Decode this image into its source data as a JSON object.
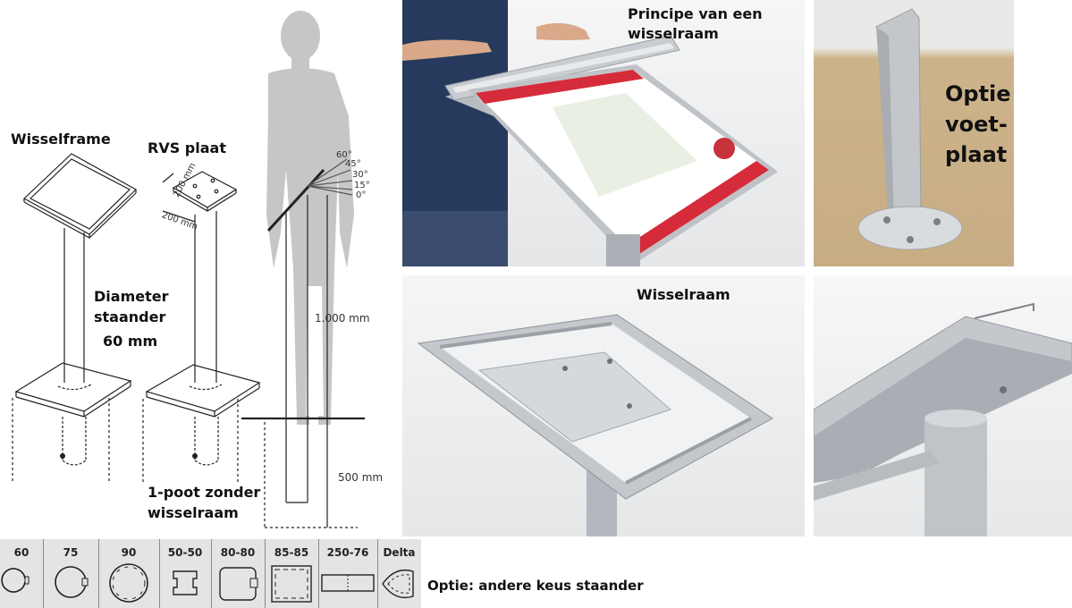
{
  "drawing": {
    "label_wisselframe": "Wisselframe",
    "label_rvs_plaat": "RVS plaat",
    "label_diameter_line1": "Diameter",
    "label_diameter_line2": "staander",
    "label_diameter_value": "60 mm",
    "label_1poot_line1": "1-poot zonder",
    "label_1poot_line2": "wisselraam",
    "dim_200_a": "200 mm",
    "dim_200_b": "200 mm",
    "angle_60": "60°",
    "angle_45": "45°",
    "angle_30": "30°",
    "angle_15": "15°",
    "angle_0": "0°",
    "height_1000": "1.000 mm",
    "depth_500": "500 mm"
  },
  "photos": {
    "principe_line1": "Principe van een",
    "principe_line2": "wisselraam",
    "optie_line1": "Optie",
    "optie_line2": "voet-",
    "optie_line3": "plaat",
    "wisselraam": "Wisselraam"
  },
  "profiles": {
    "items": [
      {
        "label": "60"
      },
      {
        "label": "75"
      },
      {
        "label": "90"
      },
      {
        "label": "50-50"
      },
      {
        "label": "80-80"
      },
      {
        "label": "85-85"
      },
      {
        "label": "250-76"
      },
      {
        "label": "Delta"
      }
    ],
    "caption": "Optie: andere keus staander"
  },
  "colors": {
    "poster_red": "#d62b3a",
    "aluminium": "#c9ccd0",
    "shirt_blue": "#253a5c",
    "board_beige": "#cdb38a",
    "silhouette": "#c4c4c4"
  }
}
